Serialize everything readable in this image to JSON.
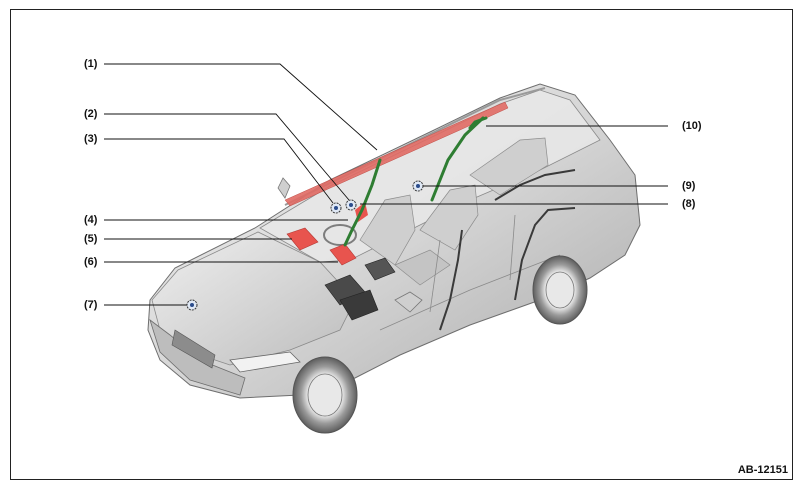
{
  "callouts": [
    {
      "id": "1",
      "label": "(1)"
    },
    {
      "id": "2",
      "label": "(2)"
    },
    {
      "id": "3",
      "label": "(3)"
    },
    {
      "id": "4",
      "label": "(4)"
    },
    {
      "id": "5",
      "label": "(5)"
    },
    {
      "id": "6",
      "label": "(6)"
    },
    {
      "id": "7",
      "label": "(7)"
    },
    {
      "id": "8",
      "label": "(8)"
    },
    {
      "id": "9",
      "label": "(9)"
    },
    {
      "id": "10",
      "label": "(10)"
    }
  ],
  "figure_code": "AB-12151",
  "colors": {
    "airbag_red": "#e8544e",
    "curtain_red": "#e06a64",
    "harness_green": "#2e7d32",
    "body_gray": "#d9d9d9",
    "body_dark": "#7a7a7a"
  }
}
